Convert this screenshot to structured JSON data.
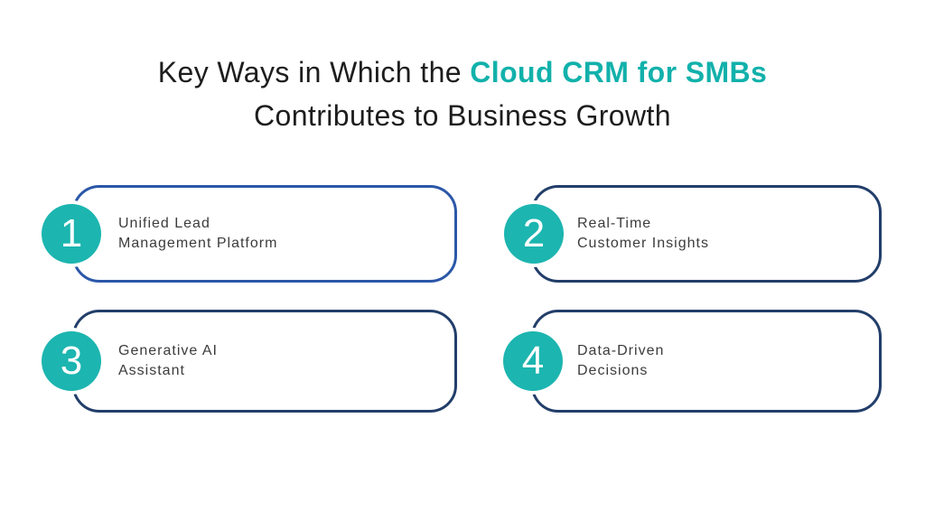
{
  "title": {
    "prefix": "Key Ways in Which the ",
    "highlight": "Cloud CRM for SMBs",
    "line2": "Contributes to Business Growth"
  },
  "cards": [
    {
      "number": "1",
      "label_line1": "Unified Lead",
      "label_line2": "Management Platform"
    },
    {
      "number": "2",
      "label_line1": "Real-Time",
      "label_line2": "Customer Insights"
    },
    {
      "number": "3",
      "label_line1": "Generative AI",
      "label_line2": "Assistant"
    },
    {
      "number": "4",
      "label_line1": "Data-Driven",
      "label_line2": "Decisions"
    }
  ],
  "colors": {
    "accent_teal": "#12b1ab",
    "circle_teal": "#1cb5b0",
    "card1_border": "#2a57a8",
    "card_border_navy": "#223e6a",
    "text_dark": "#3c3c3c",
    "title_color": "#1d1d1d",
    "page_bg": "#ffffff"
  }
}
